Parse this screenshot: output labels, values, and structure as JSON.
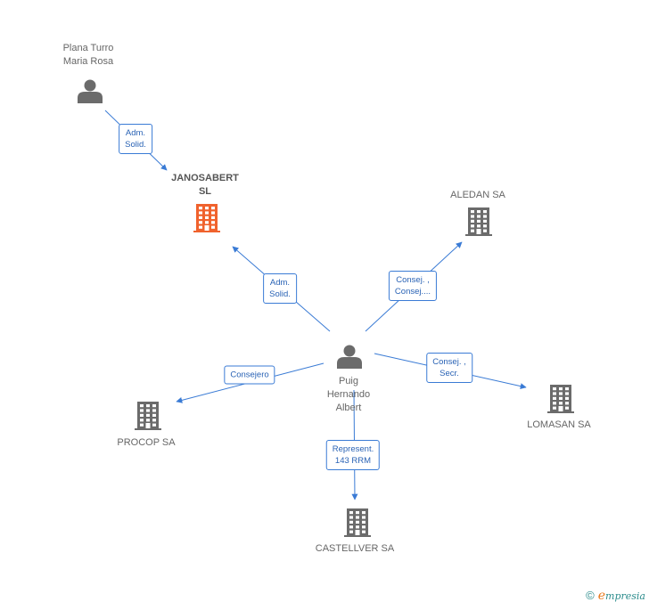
{
  "colors": {
    "edge": "#3a7bd5",
    "person": "#6b6b6b",
    "company": "#6b6b6b",
    "focus_company": "#f0622d"
  },
  "nodes": {
    "plana": {
      "type": "person",
      "label": "Plana Turro\nMaria Rosa"
    },
    "janosabert": {
      "type": "company",
      "focus": true,
      "label": "JANOSABERT\nSL"
    },
    "aledan": {
      "type": "company",
      "label": "ALEDAN SA"
    },
    "puig": {
      "type": "person",
      "label": "Puig\nHernando\nAlbert"
    },
    "procop": {
      "type": "company",
      "label": "PROCOP SA"
    },
    "lomasan": {
      "type": "company",
      "label": "LOMASAN SA"
    },
    "castellver": {
      "type": "company",
      "label": "CASTELLVER SA"
    }
  },
  "edges": {
    "plana_janosabert": {
      "from": "plana",
      "to": "janosabert",
      "label": "Adm.\nSolid."
    },
    "puig_janosabert": {
      "from": "puig",
      "to": "janosabert",
      "label": "Adm.\nSolid."
    },
    "puig_aledan": {
      "from": "puig",
      "to": "aledan",
      "label": "Consej. ,\nConsej...."
    },
    "puig_procop": {
      "from": "puig",
      "to": "procop",
      "label": "Consejero"
    },
    "puig_lomasan": {
      "from": "puig",
      "to": "lomasan",
      "label": "Consej. ,\nSecr."
    },
    "puig_castellver": {
      "from": "puig",
      "to": "castellver",
      "label": "Represent.\n143 RRM"
    }
  },
  "branding": {
    "copyright": "©",
    "brand_initial": "e",
    "brand_rest": "mpresia"
  }
}
